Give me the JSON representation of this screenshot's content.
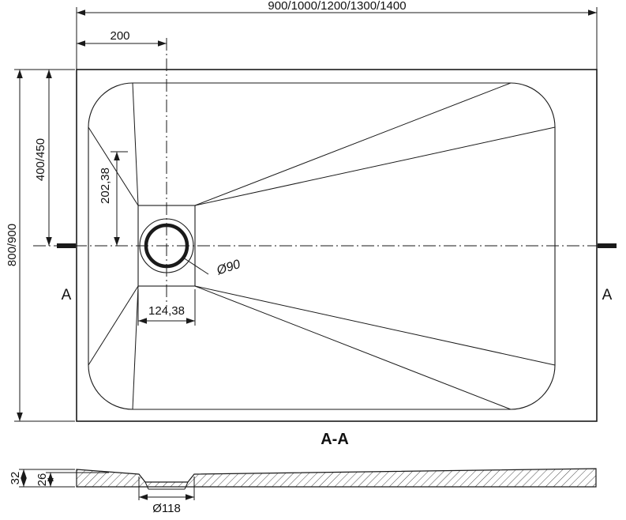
{
  "drawing": {
    "colors": {
      "line": "#1a1a1a",
      "background": "#ffffff"
    },
    "top_view": {
      "overall_width": "900/1000/1200/1300/1400",
      "drain_offset": "200",
      "overall_depth": "800/900",
      "half_depth": "400/450",
      "drain_plate_height": "202,38",
      "drain_plate_width": "124,38",
      "drain_diameter": "Ø90",
      "section_label_left": "A",
      "section_label_right": "A"
    },
    "section_view": {
      "title": "A-A",
      "total_height": "32",
      "edge_height": "26",
      "waste_diameter": "Ø118"
    }
  }
}
